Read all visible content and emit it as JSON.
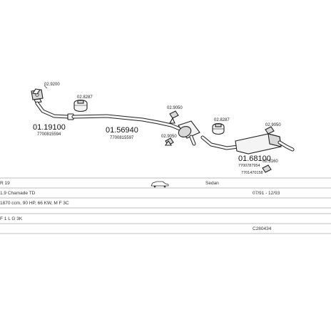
{
  "parts": {
    "front_pipe": {
      "number": "01.19100",
      "oe": "7700815594"
    },
    "front_gasket": {
      "number": "02.9200"
    },
    "clamp_a": {
      "number": "02.8287"
    },
    "middle_silencer": {
      "number": "01.56940",
      "oe": "7700815597"
    },
    "hanger_a": {
      "number": "02.9050"
    },
    "hanger_b": {
      "number": "02.9050"
    },
    "clamp_b": {
      "number": "02.8287"
    },
    "rear_silencer": {
      "number": "01.68100",
      "oe_1": "7700787954",
      "oe_2": "7701470158"
    },
    "hanger_c": {
      "number": "02.9050"
    },
    "hanger_d": {
      "number": "02.3160"
    }
  },
  "info": {
    "model": "R 19",
    "body_type": "Sedan",
    "variant": "1.9 Chamade TD",
    "years": "07/91 - 12/93",
    "engine": "1870 ccm, 90 HP, 66 KW, M F 3C",
    "engine_code": "F 1 L G 3K",
    "catalog_code": "C280434"
  }
}
